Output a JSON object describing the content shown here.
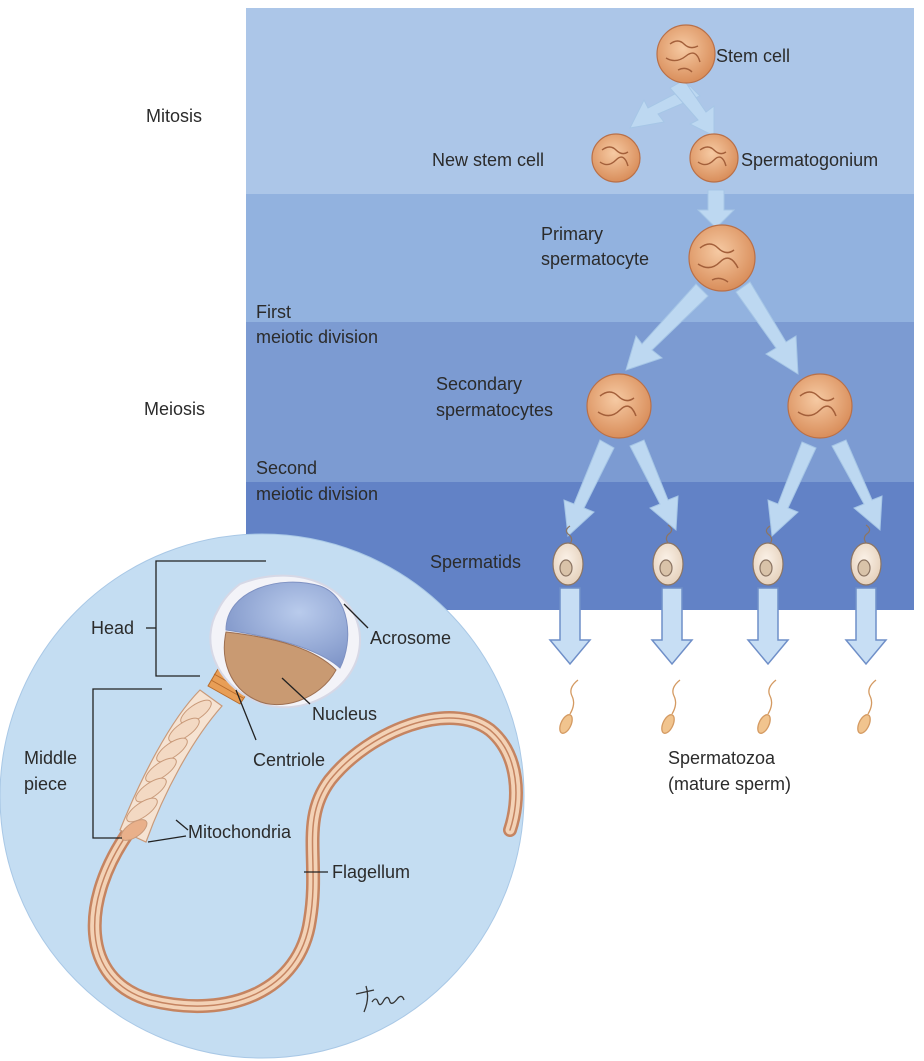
{
  "stages": {
    "mitosis": "Mitosis",
    "first_division": [
      "First",
      "meiotic  division"
    ],
    "meiosis": "Meiosis",
    "second_division": [
      "Second",
      "meiotic  division"
    ]
  },
  "cells": {
    "stem_cell": "Stem cell",
    "new_stem_cell": "New stem cell",
    "spermatogonium": "Spermatogonium",
    "primary": [
      "Primary",
      "spermatocyte"
    ],
    "secondary": [
      "Secondary",
      "spermatocytes"
    ],
    "spermatids": "Spermatids",
    "spermatozoa": [
      "Spermatozoa",
      "(mature  sperm)"
    ]
  },
  "sperm_parts": {
    "head": "Head",
    "acrosome": "Acrosome",
    "nucleus": "Nucleus",
    "middle_piece": [
      "Middle",
      "piece"
    ],
    "centriole": "Centriole",
    "mitochondria": "Mitochondria",
    "flagellum": "Flagellum"
  },
  "signature": "tina",
  "colors": {
    "band1": "#a9c3e6",
    "band2": "#8fb0dd",
    "band3": "#7898d0",
    "band4": "#5f7fc4",
    "arrow": "#bcd8f2",
    "cell": "#e7a676",
    "circle": "#c3dcf1"
  }
}
